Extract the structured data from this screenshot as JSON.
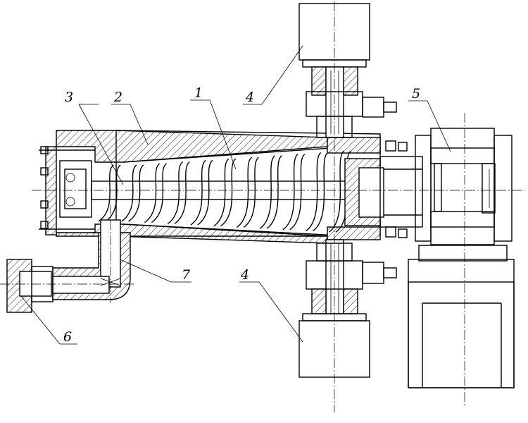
{
  "figure": {
    "callouts": [
      {
        "id": "1",
        "label": "1"
      },
      {
        "id": "2",
        "label": "2"
      },
      {
        "id": "3",
        "label": "3"
      },
      {
        "id": "4a",
        "label": "4"
      },
      {
        "id": "4b",
        "label": "4"
      },
      {
        "id": "5",
        "label": "5"
      },
      {
        "id": "6",
        "label": "6"
      },
      {
        "id": "7",
        "label": "7"
      }
    ],
    "screw_turns": 11,
    "line_color": "#000000",
    "background": "#ffffff"
  }
}
